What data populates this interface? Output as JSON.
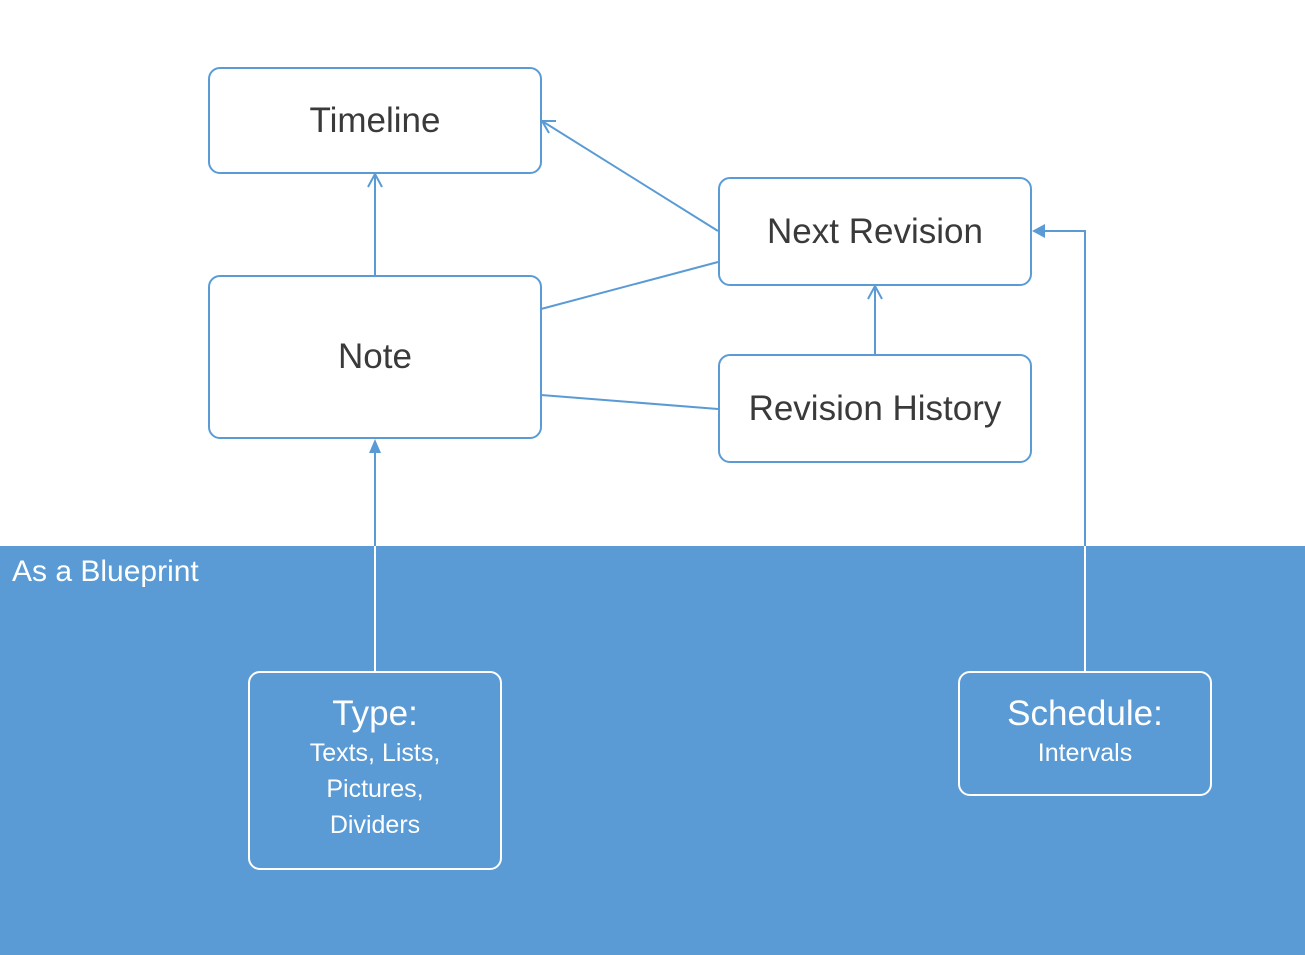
{
  "colors": {
    "accent": "#5b9bd5",
    "text_dark": "#3a3a3a",
    "text_light": "#ffffff",
    "background": "#ffffff"
  },
  "band": {
    "label": "As a Blueprint"
  },
  "nodes": {
    "timeline": {
      "label": "Timeline"
    },
    "note": {
      "label": "Note"
    },
    "next_revision": {
      "label": "Next Revision"
    },
    "revision_history": {
      "label": "Revision History"
    },
    "type": {
      "title": "Type:",
      "detail": "Texts, Lists,\nPictures,\nDividers"
    },
    "schedule": {
      "title": "Schedule:",
      "detail": "Intervals"
    }
  }
}
